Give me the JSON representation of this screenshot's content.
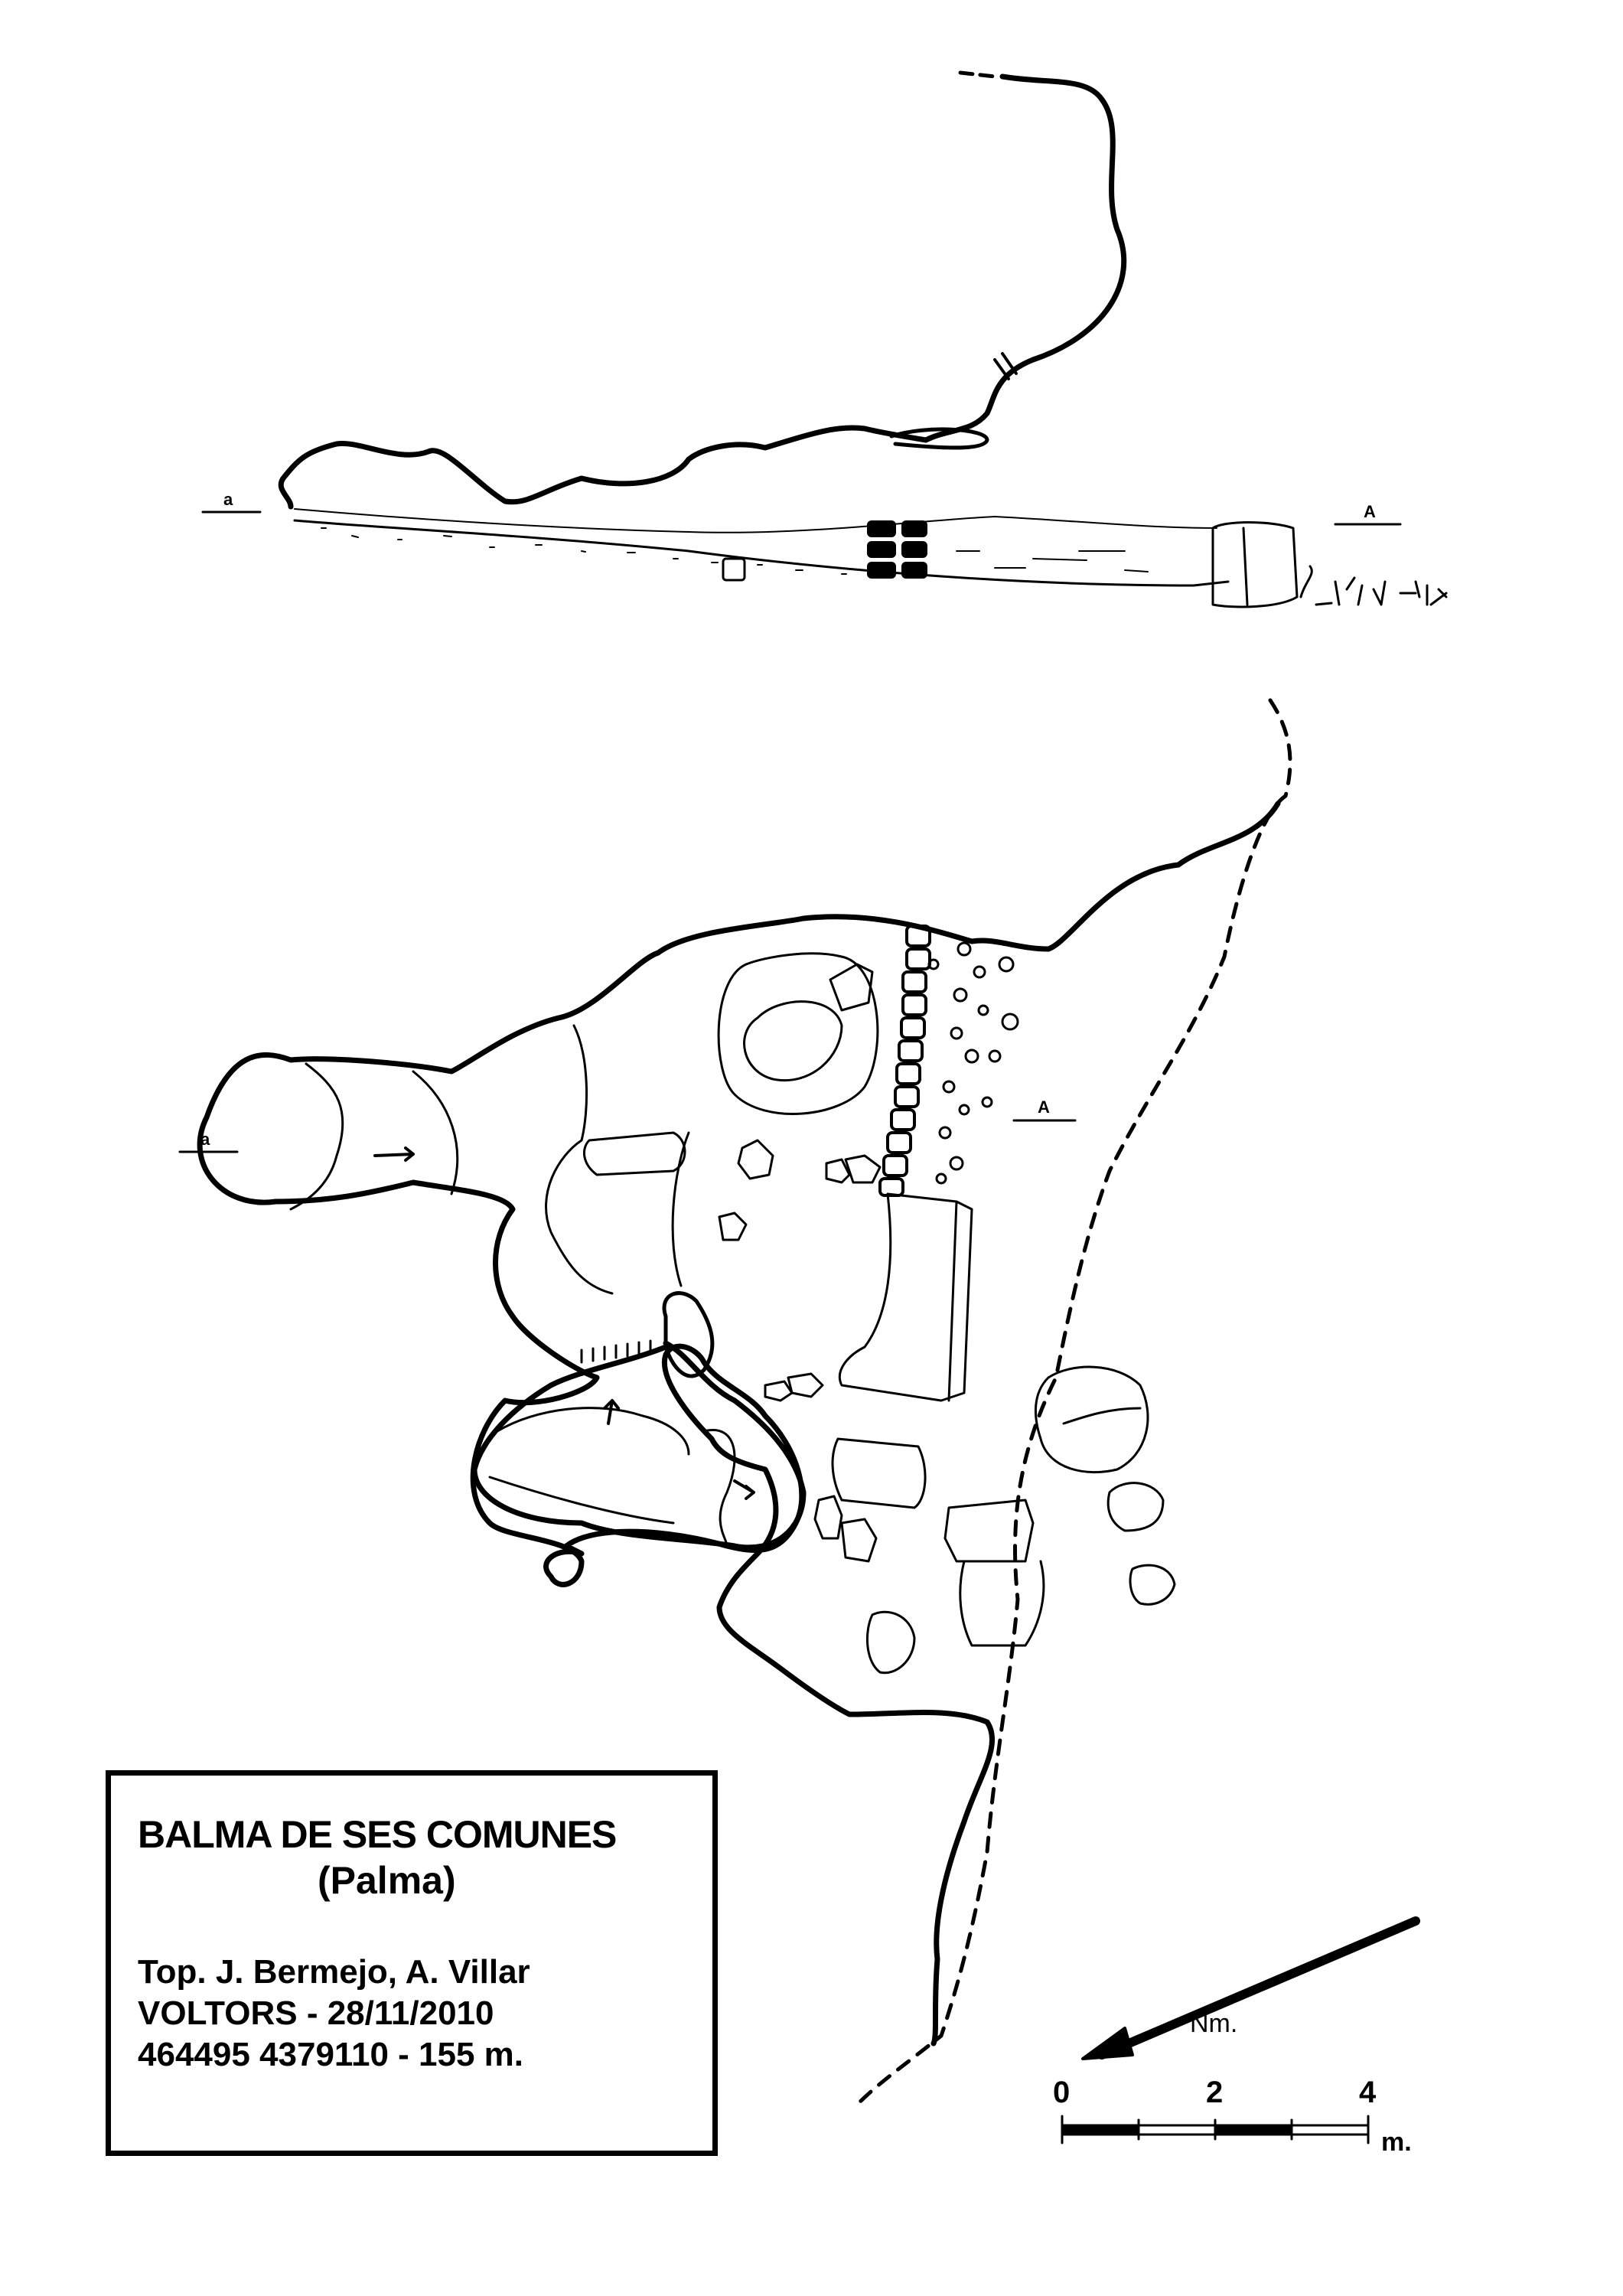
{
  "title_box": {
    "name": "BALMA DE SES COMUNES",
    "municipality": "(Palma)",
    "topography": "Top. J. Bermejo, A. Villar",
    "group_date": "VOLTORS - 28/11/2010",
    "coordinates": "464495 4379110 - 155 m."
  },
  "profile_section": {
    "left_marker": "a",
    "right_marker": "A"
  },
  "plan_view": {
    "left_marker": "a",
    "right_marker": "A"
  },
  "north_arrow": {
    "label": "Nm."
  },
  "scale_bar": {
    "ticks": [
      "0",
      "2",
      "4"
    ],
    "unit": "m."
  }
}
